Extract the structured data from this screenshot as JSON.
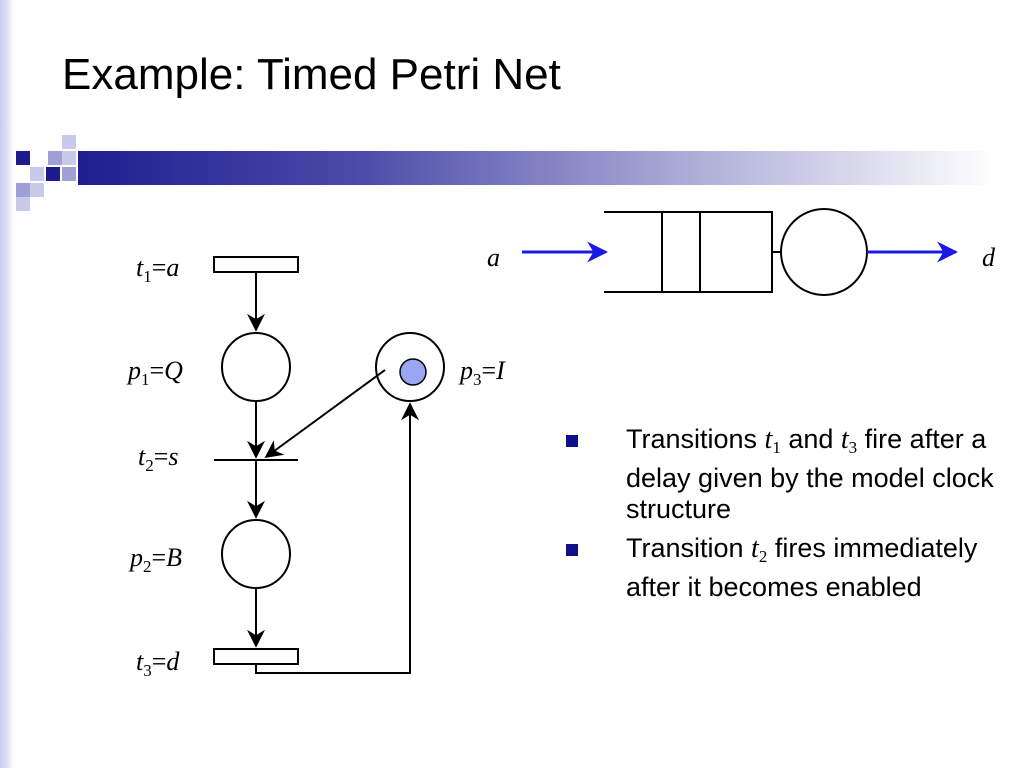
{
  "slide": {
    "title": "Example: Timed Petri Net"
  },
  "colors": {
    "accent_dark": "#1c1c8c",
    "token": "#9aa6f4",
    "arrow_blue": "#1a1ae6"
  },
  "petri_net": {
    "t1": {
      "sym": "t",
      "sub": "1",
      "val": "a"
    },
    "p1": {
      "sym": "p",
      "sub": "1",
      "val": "Q"
    },
    "t2": {
      "sym": "t",
      "sub": "2",
      "val": "s"
    },
    "p2": {
      "sym": "p",
      "sub": "2",
      "val": "B"
    },
    "t3": {
      "sym": "t",
      "sub": "3",
      "val": "d"
    },
    "p3": {
      "sym": "p",
      "sub": "3",
      "val": "I"
    },
    "p3_tokens": 1
  },
  "queue": {
    "input_label": "a",
    "output_label": "d"
  },
  "bullets": [
    {
      "pre": "Transitions ",
      "s1": "t",
      "s1sub": "1",
      "mid": " and ",
      "s2": "t",
      "s2sub": "3",
      "post": " fire after a delay given by the model clock structure"
    },
    {
      "pre": "Transition ",
      "s1": "t",
      "s1sub": "2",
      "post": " fires immediately after it becomes enabled"
    }
  ]
}
